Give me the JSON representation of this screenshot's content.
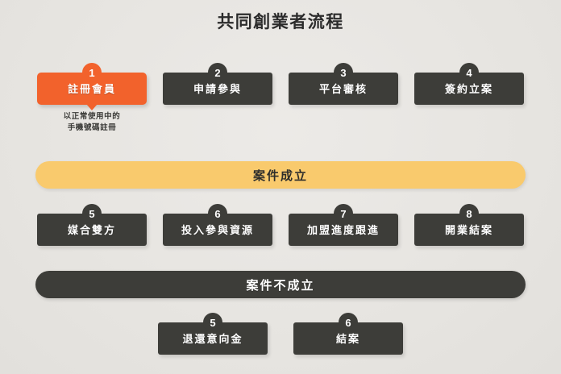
{
  "header": {
    "title": "共同創業者流程"
  },
  "colors": {
    "background": "#e8e6e2",
    "accent": "#f2622c",
    "dark": "#3d3d39",
    "success_banner": "#f9ca6d",
    "text_light": "#ffffff",
    "text_dark": "#2b2b2b"
  },
  "rows": {
    "stage_one": [
      {
        "number": "1",
        "label": "註冊會員",
        "highlight": true,
        "note_line_1": "以正常使用中的",
        "note_line_2": "手機號碼註冊"
      },
      {
        "number": "2",
        "label": "申請參與",
        "highlight": false
      },
      {
        "number": "3",
        "label": "平台審核",
        "highlight": false
      },
      {
        "number": "4",
        "label": "簽約立案",
        "highlight": false
      }
    ],
    "stage_two": [
      {
        "number": "5",
        "label": "媒合雙方",
        "highlight": false
      },
      {
        "number": "6",
        "label": "投入參與資源",
        "highlight": false
      },
      {
        "number": "7",
        "label": "加盟進度跟進",
        "highlight": false
      },
      {
        "number": "8",
        "label": "開業結案",
        "highlight": false
      }
    ],
    "stage_three": [
      {
        "number": "5",
        "label": "退還意向金",
        "highlight": false
      },
      {
        "number": "6",
        "label": "結案",
        "highlight": false
      }
    ]
  },
  "banners": {
    "success": "案件成立",
    "fail": "案件不成立"
  }
}
